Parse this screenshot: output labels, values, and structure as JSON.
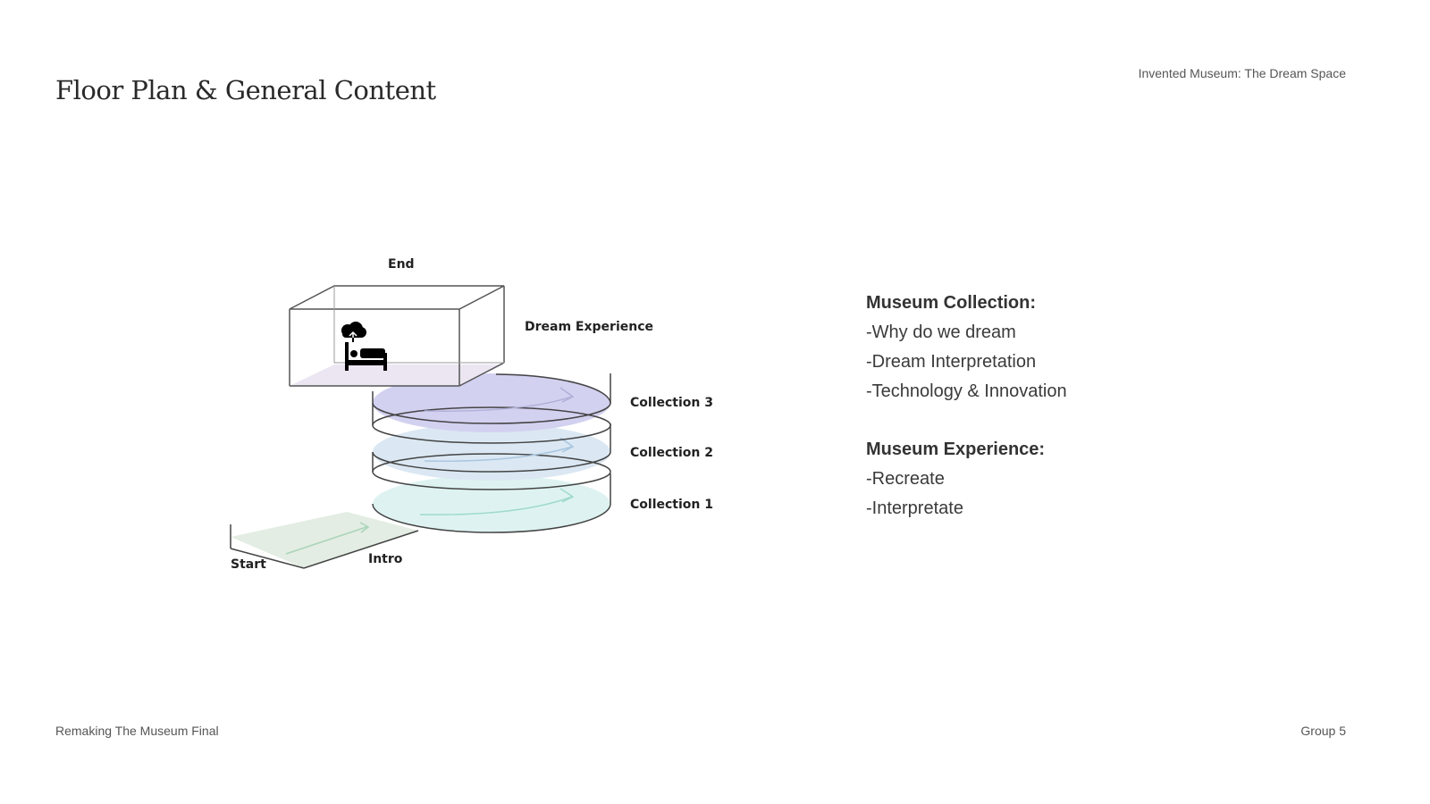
{
  "slide": {
    "title": "Floor Plan & General Content",
    "header_right": "Invented Museum: The Dream Space",
    "footer_left": "Remaking The Museum Final",
    "footer_right": "Group 5"
  },
  "diagram": {
    "labels": {
      "end": "End",
      "dream_experience": "Dream Experience",
      "collection_3": "Collection 3",
      "collection_2": "Collection 2",
      "collection_1": "Collection 1",
      "start": "Start",
      "intro": "Intro"
    },
    "icons": [
      "bed-icon",
      "cloud-upload-icon",
      "arrow-icon"
    ],
    "colors": {
      "collection_3": "#d3d1f0",
      "collection_2": "#dbe8f3",
      "collection_1": "#def3f1",
      "dream_floor": "#ece6f3",
      "intro": "#e3ede3"
    }
  },
  "content": {
    "collection": {
      "heading": "Museum Collection:",
      "items": [
        "-Why do we dream",
        "-Dream Interpretation",
        "-Technology & Innovation"
      ]
    },
    "experience": {
      "heading": "Museum Experience:",
      "items": [
        "-Recreate",
        "-Interpretate"
      ]
    }
  }
}
